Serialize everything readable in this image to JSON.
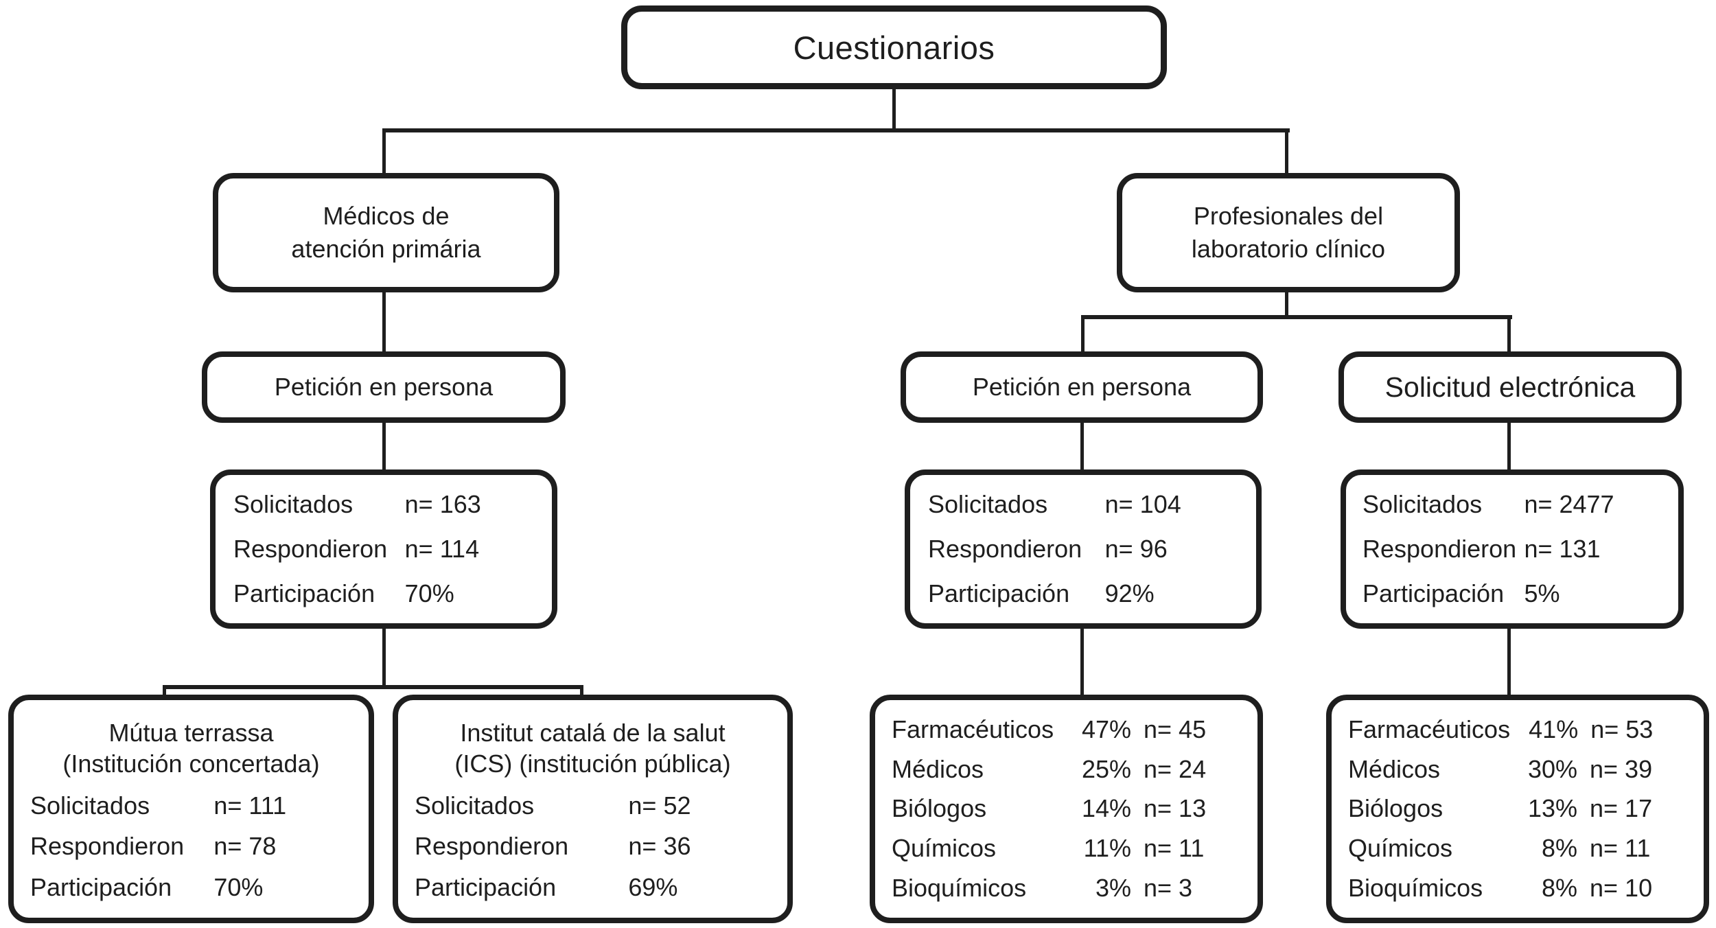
{
  "diagram": {
    "root_label": "Cuestionarios",
    "left": {
      "title_line1": "Médicos de",
      "title_line2": "atención primária",
      "method_label": "Petición en persona",
      "stats": {
        "rows": [
          {
            "label": "Solicitados",
            "value": "n= 163"
          },
          {
            "label": "Respondieron",
            "value": "n= 114"
          },
          {
            "label": "Participación",
            "value": "70%"
          }
        ]
      },
      "institutions": [
        {
          "title_line1": "Mútua terrassa",
          "title_line2": "(Institución concertada)",
          "rows": [
            {
              "label": "Solicitados",
              "value": "n= 111"
            },
            {
              "label": "Respondieron",
              "value": "n= 78"
            },
            {
              "label": "Participación",
              "value": "70%"
            }
          ]
        },
        {
          "title_line1": "Institut catalá de la salut",
          "title_line2": "(ICS) (institución pública)",
          "rows": [
            {
              "label": "Solicitados",
              "value": "n= 52"
            },
            {
              "label": "Respondieron",
              "value": "n= 36"
            },
            {
              "label": "Participación",
              "value": "69%"
            }
          ]
        }
      ]
    },
    "right": {
      "title_line1": "Profesionales del",
      "title_line2": "laboratorio clínico",
      "branches": [
        {
          "method_label": "Petición en persona",
          "stats_rows": [
            {
              "label": "Solicitados",
              "value": "n= 104"
            },
            {
              "label": "Respondieron",
              "value": "n= 96"
            },
            {
              "label": "Participación",
              "value": "92%"
            }
          ],
          "professions": [
            {
              "label": "Farmacéuticos",
              "pct": "47%",
              "n": "n= 45"
            },
            {
              "label": "Médicos",
              "pct": "25%",
              "n": "n= 24"
            },
            {
              "label": "Biólogos",
              "pct": "14%",
              "n": "n= 13"
            },
            {
              "label": "Químicos",
              "pct": "11%",
              "n": "n= 11"
            },
            {
              "label": "Bioquímicos",
              "pct": "3%",
              "n": "n= 3"
            }
          ]
        },
        {
          "method_label": "Solicitud electrónica",
          "stats_rows": [
            {
              "label": "Solicitados",
              "value": "n= 2477"
            },
            {
              "label": "Respondieron",
              "value": "n= 131"
            },
            {
              "label": "Participación",
              "value": "5%"
            }
          ],
          "professions": [
            {
              "label": "Farmacéuticos",
              "pct": "41%",
              "n": "n= 53"
            },
            {
              "label": "Médicos",
              "pct": "30%",
              "n": "n= 39"
            },
            {
              "label": "Biólogos",
              "pct": "13%",
              "n": "n= 17"
            },
            {
              "label": "Químicos",
              "pct": "8%",
              "n": "n= 11"
            },
            {
              "label": "Bioquímicos",
              "pct": "8%",
              "n": "n= 10"
            }
          ]
        }
      ]
    }
  }
}
